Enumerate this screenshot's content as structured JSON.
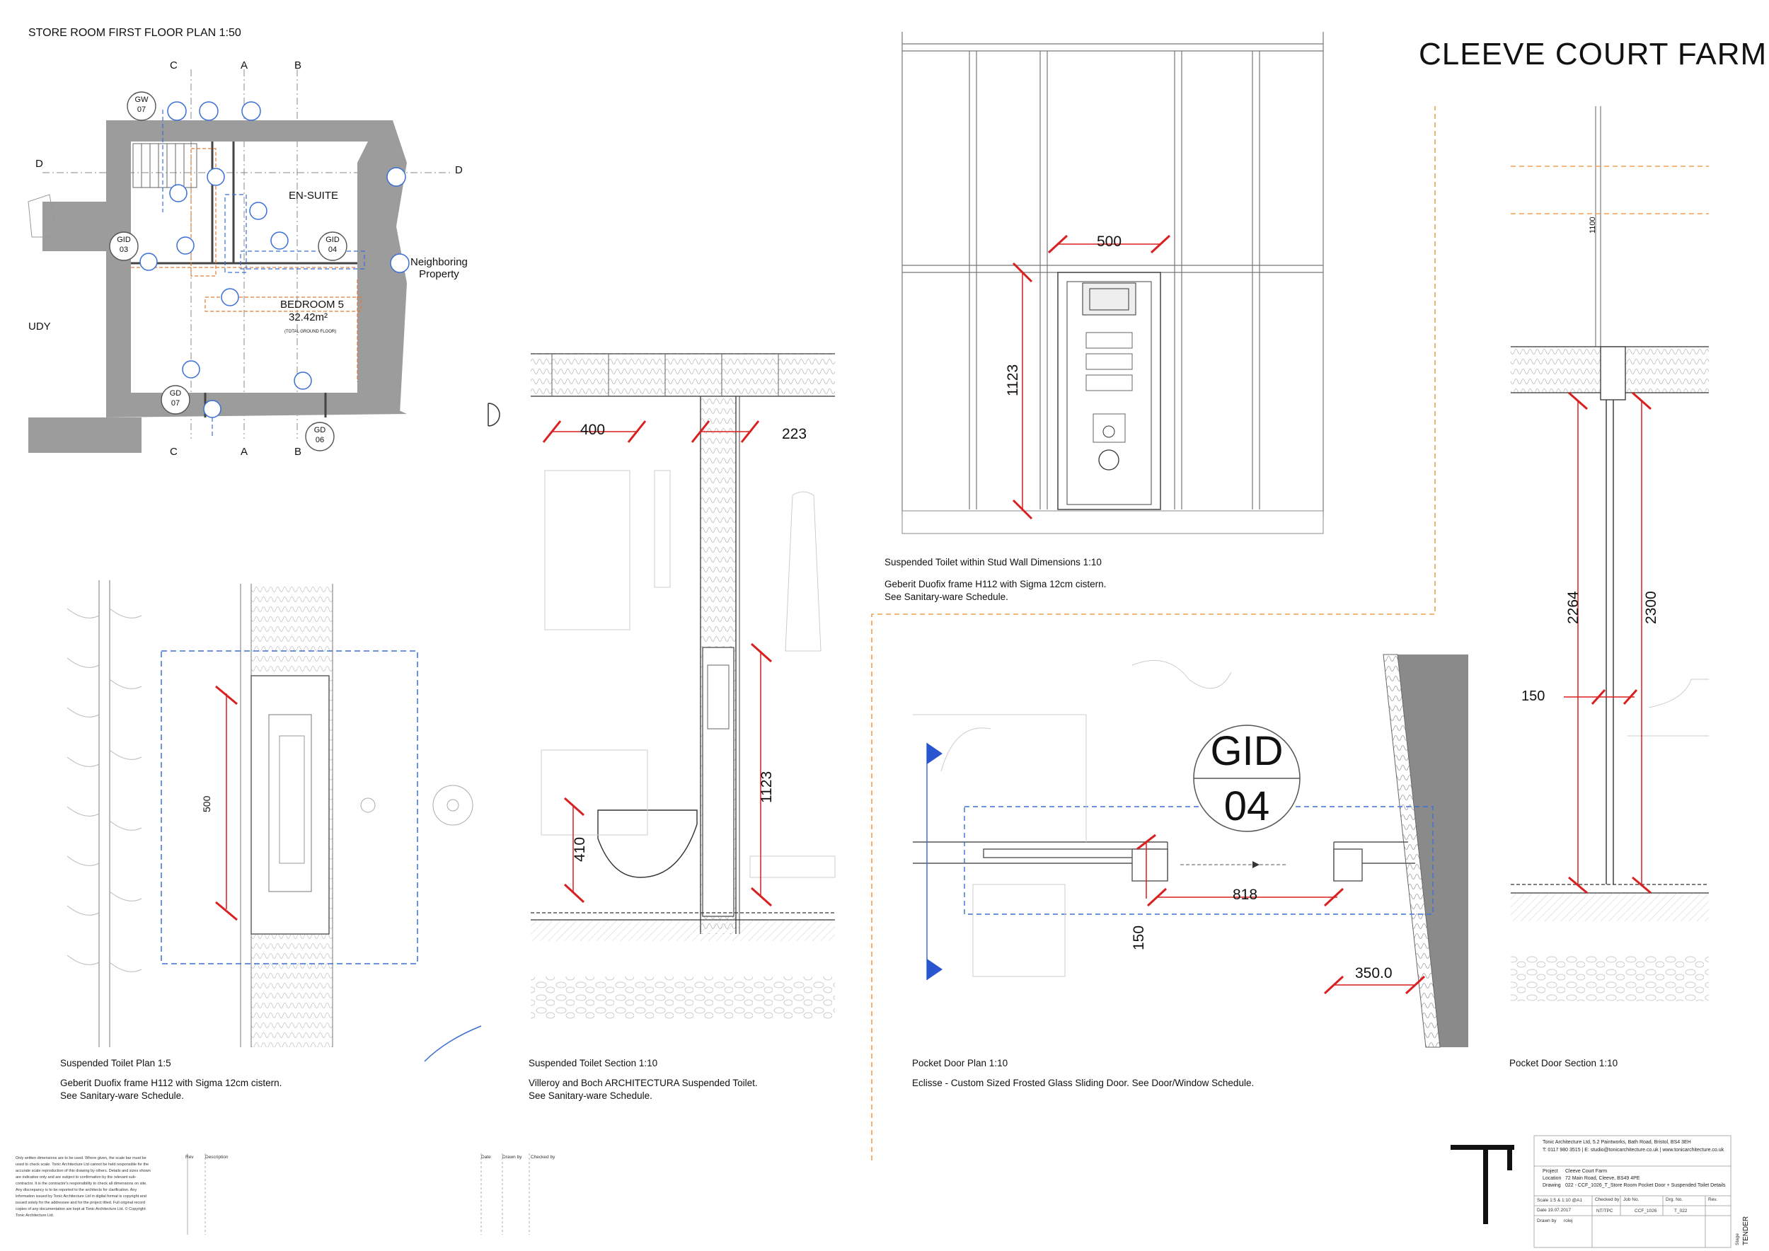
{
  "header": {
    "plan_title": "STORE ROOM FIRST FLOOR PLAN  1:50",
    "project_name": "CLEEVE COURT FARM"
  },
  "plan": {
    "grid_labels_top": [
      "C",
      "A",
      "B"
    ],
    "grid_labels_bottom": [
      "C",
      "A",
      "B"
    ],
    "section_letter": "D",
    "rooms": {
      "ensuite": "EN-SUITE",
      "bedroom": "BEDROOM 5",
      "area": "32.42m²",
      "area_note": "(TOTAL GROUND FLOOR)"
    },
    "neighboring": "Neighboring\nProperty",
    "study_fragment": "UDY",
    "tags": [
      {
        "top": "GW",
        "bottom": "07"
      },
      {
        "top": "GID",
        "bottom": "03"
      },
      {
        "top": "GID",
        "bottom": "04"
      },
      {
        "top": "GD",
        "bottom": "07"
      },
      {
        "top": "GD",
        "bottom": "06"
      }
    ]
  },
  "details": {
    "stud_wall": {
      "dim_width": "500",
      "dim_height": "1123",
      "caption_title": "Suspended Toilet within Stud Wall Dimensions  1:10",
      "caption_text": "Geberit Duofix frame H112 with Sigma 12cm cistern.\nSee Sanitary-ware Schedule."
    },
    "toilet_plan": {
      "dim": "500",
      "caption_title": "Suspended Toilet Plan  1:5",
      "caption_text": "Geberit Duofix frame H112 with Sigma 12cm cistern.\nSee Sanitary-ware Schedule."
    },
    "toilet_section": {
      "dim_400": "400",
      "dim_223": "223",
      "dim_1123": "1123",
      "dim_410": "410",
      "caption_title": "Suspended Toilet Section  1:10",
      "caption_text": "Villeroy and Boch ARCHITECTURA Suspended Toilet.\nSee Sanitary-ware Schedule."
    },
    "pocket_plan": {
      "tag_top": "GID",
      "tag_bottom": "04",
      "dim_818": "818",
      "dim_150": "150",
      "dim_350": "350.0",
      "caption_title": "Pocket Door Plan  1:10",
      "caption_text": "Eclisse - Custom Sized Frosted Glass Sliding Door. See Door/Window Schedule."
    },
    "pocket_section": {
      "dim_1100": "1100",
      "dim_2264": "2264",
      "dim_2300": "2300",
      "dim_150": "150",
      "caption_title": "Pocket Door Section  1:10"
    }
  },
  "notes": {
    "text": "Only written dimensions are to be used. Where given, the scale bar must be used to check scale. Tonic Architecture Ltd cannot be held responsible for the accurate scale reproduction of this drawing by others. Details and sizes shown are indicative only and are subject to confirmation by the relevant sub-contractor. It is the contractor's responsibility to check all dimensions on site. Any discrepancy is to be reported to the architects for clarification. Any information issued by Tonic Architecture Ltd in digital format is copyright and issued solely for the addressee and for the project titled. Full original record copies of any documentation are kept at Tonic Architecture Ltd. © Copyright Tonic Architecture Ltd.",
    "rev_header": "Rev",
    "desc_header": "Description",
    "date_header": "Date",
    "drawn_header": "Drawn by",
    "checked_header": "Checked by"
  },
  "title_block": {
    "firm": "Tonic Architecture Ltd, 5.2 Paintworks, Bath Road, Bristol, BS4 3EH",
    "contact": "T: 0117 980 3515 | E: studio@tonicarchitecture.co.uk | www.tonicarchitecture.co.uk",
    "project_label": "Project",
    "project": "Cleeve Court Farm",
    "location_label": "Location",
    "location": "72 Main Road, Cleeve, BS49 4PE",
    "drawing_label": "Drawing",
    "drawing": "022 - CCF_1026_T_Store Room Pocket Door + Suspended Toilet Details",
    "scale": "Scale  1:5 & 1:10 @A1",
    "checked_by": "Checked by",
    "checked_value": "NT/TPC",
    "job_no_label": "Job No.",
    "job_no": "CCF_1026",
    "drg_no_label": "Drg. No.",
    "drg_no": "T_022",
    "rev_label": "Rev.",
    "date": "Date  19.07.2017",
    "drawn_by": "Drawn by",
    "drawn_value": "rolej",
    "stage_label": "Stage",
    "stage": "TENDER"
  }
}
